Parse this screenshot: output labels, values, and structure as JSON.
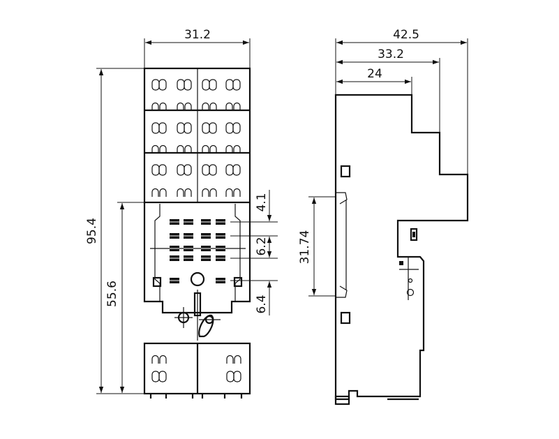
{
  "dimensions": {
    "front_width": "31.2",
    "front_height": "95.4",
    "front_lower_height": "55.6",
    "pin_spacing_a": "4.1",
    "pin_spacing_b": "6.2",
    "pin_spacing_c": "6.4",
    "side_depth_total": "42.5",
    "side_depth_mid": "33.2",
    "side_depth_inner": "24",
    "rail_width": "31.74"
  }
}
